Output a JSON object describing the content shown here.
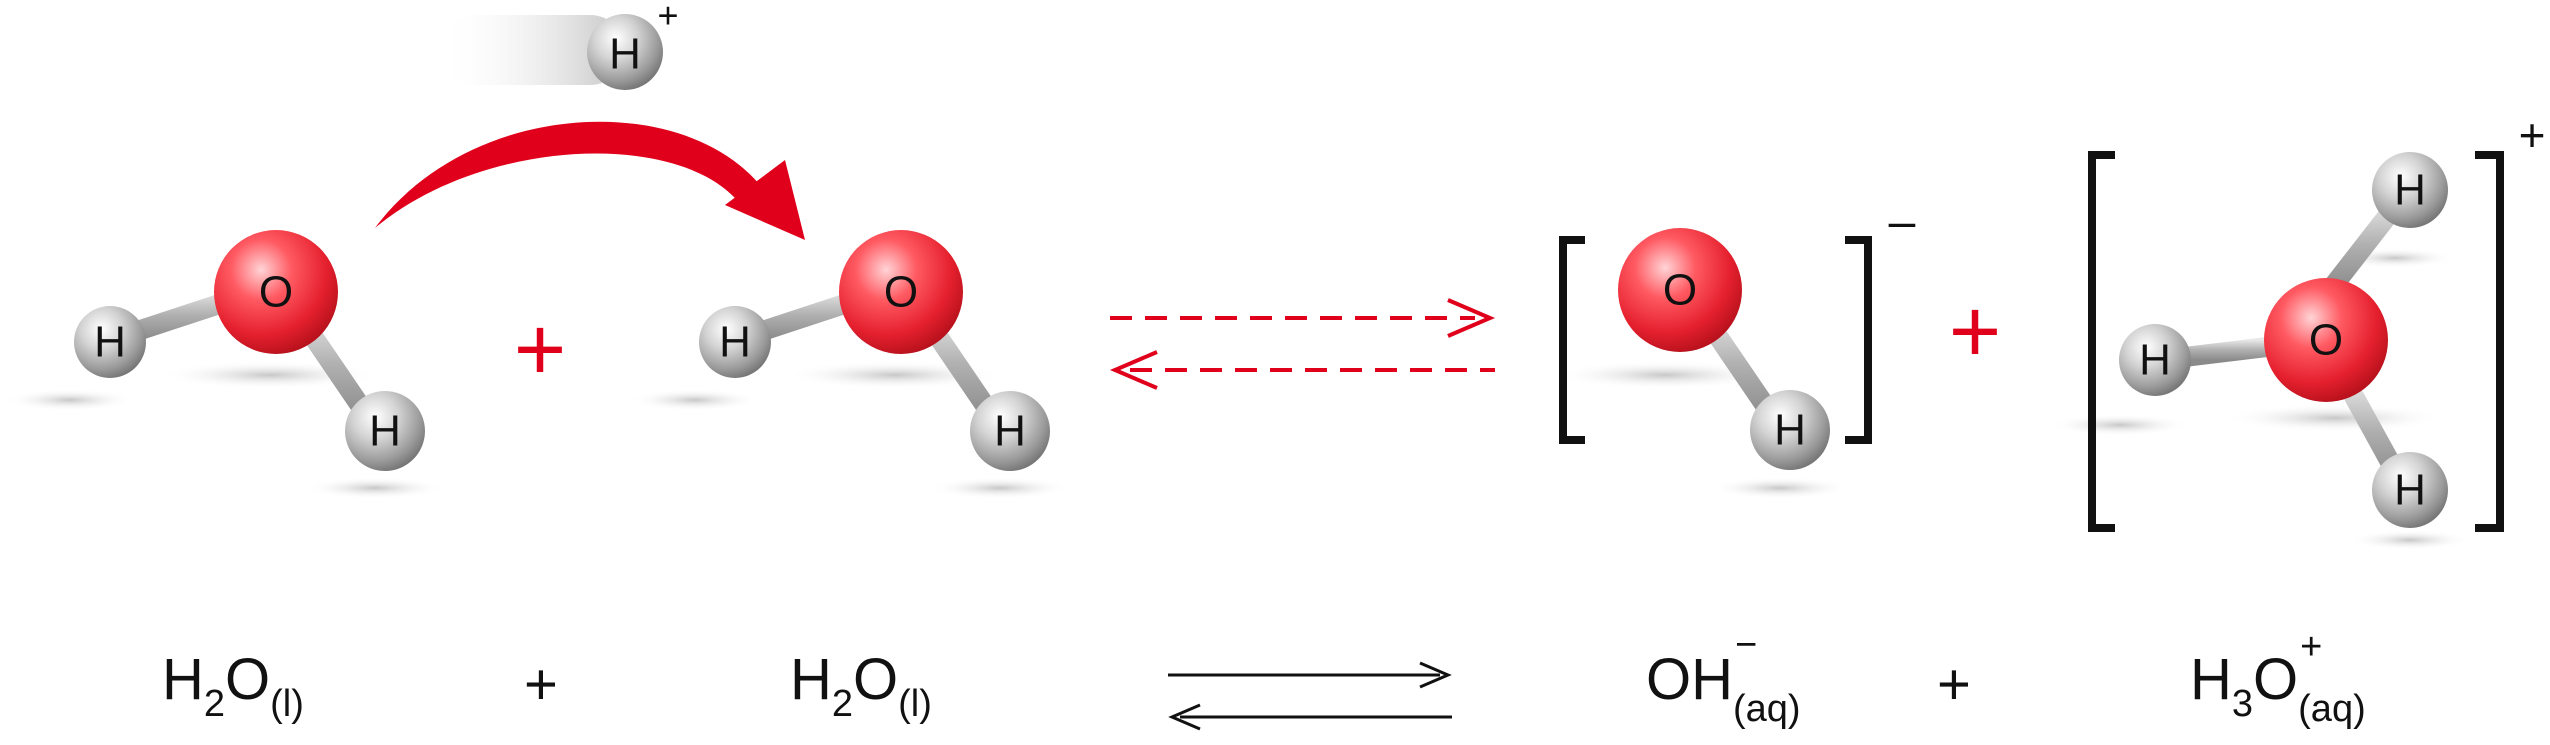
{
  "atoms": {
    "oxygen": "O",
    "hydrogen": "H"
  },
  "proton": {
    "symbol": "H",
    "charge": "+"
  },
  "hydroxide_charge": "–",
  "hydronium_charge": "+",
  "plus_sign": "+",
  "equation": {
    "left_water_1": {
      "formula_a": "H",
      "sub_a": "2",
      "formula_b": "O",
      "state": "(l)"
    },
    "left_water_2": {
      "formula_a": "H",
      "sub_a": "2",
      "formula_b": "O",
      "state": "(l)"
    },
    "hydroxide": {
      "formula": "OH",
      "charge": "−",
      "state": "(aq)"
    },
    "hydronium": {
      "formula_a": "H",
      "sub_a": "3",
      "formula_b": "O",
      "charge": "+",
      "state": "(aq)"
    },
    "plus": "+"
  },
  "colors": {
    "oxygen": "#e5202e",
    "hydrogen": "#9a9a9a",
    "arrow_red": "#e0001b",
    "ink": "#111111"
  }
}
